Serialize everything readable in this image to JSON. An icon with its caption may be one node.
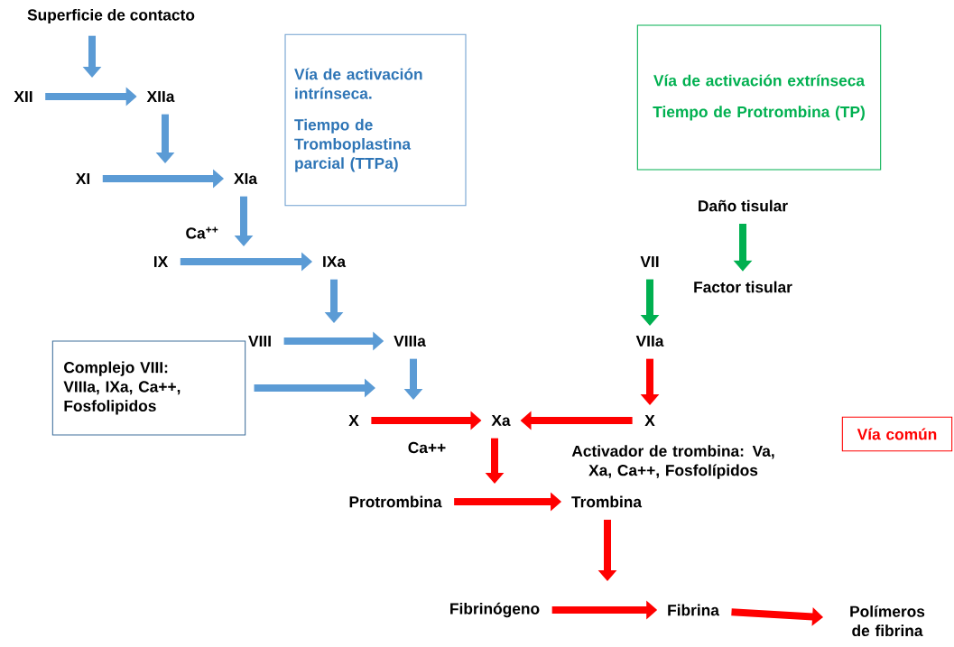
{
  "diagram": {
    "nodes": [
      {
        "text": [
          "Superficie de contacto"
        ]
      },
      {
        "text": [
          "XII"
        ]
      },
      {
        "text": [
          "XIIa"
        ]
      },
      {
        "text": [
          "XI"
        ]
      },
      {
        "text": [
          "XIa"
        ]
      },
      {
        "text": [
          "IX"
        ]
      },
      {
        "text": [
          "IXa"
        ]
      },
      {
        "text": [
          "VIII"
        ]
      },
      {
        "text": [
          "VIIIa"
        ]
      },
      {
        "text": [
          "Complejo VIII: VIIIa, IXa, Ca++, Fosfolipidos"
        ]
      },
      {
        "text": [
          "X"
        ]
      },
      {
        "text": [
          "Xa"
        ]
      },
      {
        "text": [
          "X"
        ]
      },
      {
        "text": [
          "Protrombina"
        ]
      },
      {
        "text": [
          "Trombina"
        ]
      },
      {
        "text": [
          "Fibrinógeno"
        ]
      },
      {
        "text": [
          "Fibrina"
        ]
      },
      {
        "text": [
          "Polímeros de fibrina"
        ]
      },
      {
        "text": [
          "VII"
        ]
      },
      {
        "text": [
          "Daño tisular"
        ]
      },
      {
        "text": [
          "Factor tisular"
        ]
      },
      {
        "text": [
          "VIIa"
        ]
      },
      {
        "text": [
          "Vía de activación intrínseca.",
          "Tiempo de Tromboplastina parcial (TTPa)"
        ]
      },
      {
        "text": [
          "Vía de activación extrínseca",
          "Tiempo de Protrombina (TP)"
        ]
      },
      {
        "text": [
          "Vía común"
        ]
      }
    ],
    "edges": [
      {
        "from": 0,
        "to": null,
        "arrow": "to"
      },
      {
        "from": 1,
        "to": 2,
        "arrow": "to"
      },
      {
        "from": 2,
        "to": null,
        "arrow": "to"
      },
      {
        "from": 3,
        "to": 4,
        "arrow": "to"
      },
      {
        "from": 4,
        "to": null,
        "arrow": "to"
      },
      {
        "from": 5,
        "to": 6,
        "arrow": "to"
      },
      {
        "from": 6,
        "to": null,
        "arrow": "to"
      },
      {
        "from": 7,
        "to": 8,
        "arrow": "to"
      },
      {
        "from": 9,
        "to": null,
        "arrow": "to"
      },
      {
        "from": 8,
        "to": null,
        "arrow": "to"
      },
      {
        "from": 19,
        "to": 20,
        "arrow": "to",
        "color": "#00b050"
      },
      {
        "from": 18,
        "to": 21,
        "arrow": "to",
        "color": "#00b050"
      },
      {
        "from": 21,
        "to": 12,
        "arrow": "to",
        "color": "#ff0000"
      },
      {
        "from": 10,
        "to": 11,
        "arrow": "to",
        "color": "#ff0000"
      },
      {
        "from": 12,
        "to": 11,
        "arrow": "to",
        "color": "#ff0000"
      },
      {
        "from": 11,
        "to": null,
        "arrow": "to",
        "color": "#ff0000"
      },
      {
        "from": 13,
        "to": 14,
        "arrow": "to",
        "color": "#ff0000"
      },
      {
        "from": 14,
        "to": null,
        "arrow": "to",
        "color": "#ff0000"
      },
      {
        "from": 15,
        "to": 16,
        "arrow": "to",
        "color": "#ff0000"
      },
      {
        "from": 16,
        "to": 17,
        "arrow": "to",
        "color": "#ff0000"
      }
    ],
    "labels": [
      "Ca$^{++}$",
      "Ca++",
      "Activador de trombina: Va, Xa, Ca++, Fosfolípidos"
    ]
  }
}
